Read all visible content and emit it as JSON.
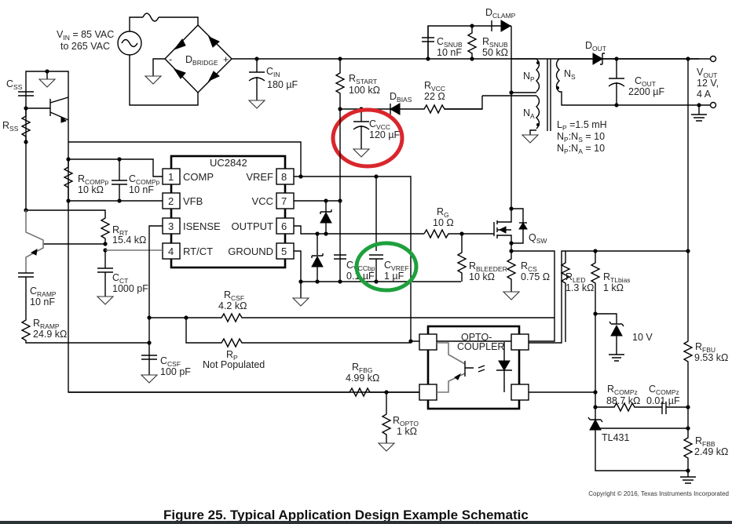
{
  "figure": {
    "caption": "Figure 25.  Typical Application Design Example Schematic",
    "copyright": "Copyright © 2016, Texas Instruments Incorporated"
  },
  "input": {
    "vin_main": "V",
    "vin_sub": "IN",
    "vin_line1_rest": " = 85 VAC",
    "vin_line2": "to 265 VAC"
  },
  "output": {
    "vout_main": "V",
    "vout_sub": "OUT",
    "vout_voltage": "12 V,",
    "vout_current": "4 A"
  },
  "ic": {
    "name": "UC2842",
    "pins_left": [
      {
        "num": "1",
        "name": "COMP"
      },
      {
        "num": "2",
        "name": "VFB"
      },
      {
        "num": "3",
        "name": "ISENSE"
      },
      {
        "num": "4",
        "name": "RT/CT"
      }
    ],
    "pins_right": [
      {
        "num": "8",
        "name": "VREF"
      },
      {
        "num": "7",
        "name": "VCC"
      },
      {
        "num": "6",
        "name": "OUTPUT"
      },
      {
        "num": "5",
        "name": "GROUND"
      }
    ]
  },
  "components": {
    "dbridge": {
      "main": "D",
      "sub": "BRIDGE",
      "minus": "-",
      "plus": "+"
    },
    "cin": {
      "main": "C",
      "sub": "IN",
      "value": "180 µF"
    },
    "rstart": {
      "main": "R",
      "sub": "START",
      "value": "100 kΩ"
    },
    "csnub": {
      "main": "C",
      "sub": "SNUB",
      "value": "10 nF"
    },
    "rsnub": {
      "main": "R",
      "sub": "SNUB",
      "value": "50 kΩ"
    },
    "dclamp": {
      "main": "D",
      "sub": "CLAMP"
    },
    "dbias": {
      "main": "D",
      "sub": "BIAS"
    },
    "rvcc": {
      "main": "R",
      "sub": "VCC",
      "value": "22 Ω"
    },
    "cvcc": {
      "main": "C",
      "sub": "VCC",
      "value": "120 µF"
    },
    "np": {
      "main": "N",
      "sub": "P"
    },
    "na": {
      "main": "N",
      "sub": "A"
    },
    "ns": {
      "main": "N",
      "sub": "S"
    },
    "transformer": {
      "lp": "L",
      "lp_sub": "P",
      "lp_value": " =1.5 mH",
      "ratio1_a": "N",
      "ratio1_a_sub": "P",
      "ratio1_b": ":N",
      "ratio1_b_sub": "S",
      "ratio1_val": " = 10",
      "ratio2_a": "N",
      "ratio2_a_sub": "P",
      "ratio2_b": ":N",
      "ratio2_b_sub": "A",
      "ratio2_val": " = 10"
    },
    "dout": {
      "main": "D",
      "sub": "OUT"
    },
    "cout": {
      "main": "C",
      "sub": "OUT",
      "value": "2200 µF"
    },
    "css": {
      "main": "C",
      "sub": "SS"
    },
    "rss": {
      "main": "R",
      "sub": "SS"
    },
    "rcompp": {
      "main": "R",
      "sub": "COMPp",
      "value": "10 kΩ"
    },
    "ccompp": {
      "main": "C",
      "sub": "COMPp",
      "value": "10 nF"
    },
    "rrt": {
      "main": "R",
      "sub": "RT",
      "value": "15.4 kΩ"
    },
    "cct": {
      "main": "C",
      "sub": "CT",
      "value": "1000 pF"
    },
    "cramp": {
      "main": "C",
      "sub": "RAMP",
      "value": "10 nF"
    },
    "rramp": {
      "main": "R",
      "sub": "RAMP",
      "value": "24.9 kΩ"
    },
    "rcsf": {
      "main": "R",
      "sub": "CSF",
      "value": "4.2 kΩ"
    },
    "rp": {
      "main": "R",
      "sub": "P",
      "value": "Not Populated"
    },
    "ccsf": {
      "main": "C",
      "sub": "CSF",
      "value": "100 pF"
    },
    "cvccbp": {
      "main": "C",
      "sub": "VCCbp",
      "value": "0.1 µF"
    },
    "cvref": {
      "main": "C",
      "sub": "VREF",
      "value": "1 µF"
    },
    "rg": {
      "main": "R",
      "sub": "G",
      "value": "10 Ω"
    },
    "rbleeder": {
      "main": "R",
      "sub": "BLEEDER",
      "value": "10 kΩ"
    },
    "rcs": {
      "main": "R",
      "sub": "CS",
      "value": "0.75 Ω"
    },
    "qsw": {
      "main": "Q",
      "sub": "SW"
    },
    "rled": {
      "main": "R",
      "sub": "LED",
      "value": "1.3 kΩ"
    },
    "rtlbias": {
      "main": "R",
      "sub": "TLbias",
      "value": "1 kΩ"
    },
    "zener10": {
      "value": "10 V"
    },
    "rfbu": {
      "main": "R",
      "sub": "FBU",
      "value": "9.53 kΩ"
    },
    "rcompz": {
      "main": "R",
      "sub": "COMPz",
      "value": "88.7 kΩ"
    },
    "ccompz": {
      "main": "C",
      "sub": "COMPz",
      "value": "0.01 µF"
    },
    "tl431": {
      "name": "TL431"
    },
    "rfbb": {
      "main": "R",
      "sub": "FBB",
      "value": "2.49 kΩ"
    },
    "rfbg": {
      "main": "R",
      "sub": "FBG",
      "value": "4.99 kΩ"
    },
    "ropto": {
      "main": "R",
      "sub": "OPTO",
      "value": "1 kΩ"
    },
    "opto": {
      "line1": "OPTO-",
      "line2": "COUPLER"
    }
  },
  "annotations": {
    "highlight_red": {
      "target": "C_VCC",
      "color": "#d9262c"
    },
    "highlight_green": {
      "target": "C_VREF",
      "color": "#1ea03c"
    }
  }
}
